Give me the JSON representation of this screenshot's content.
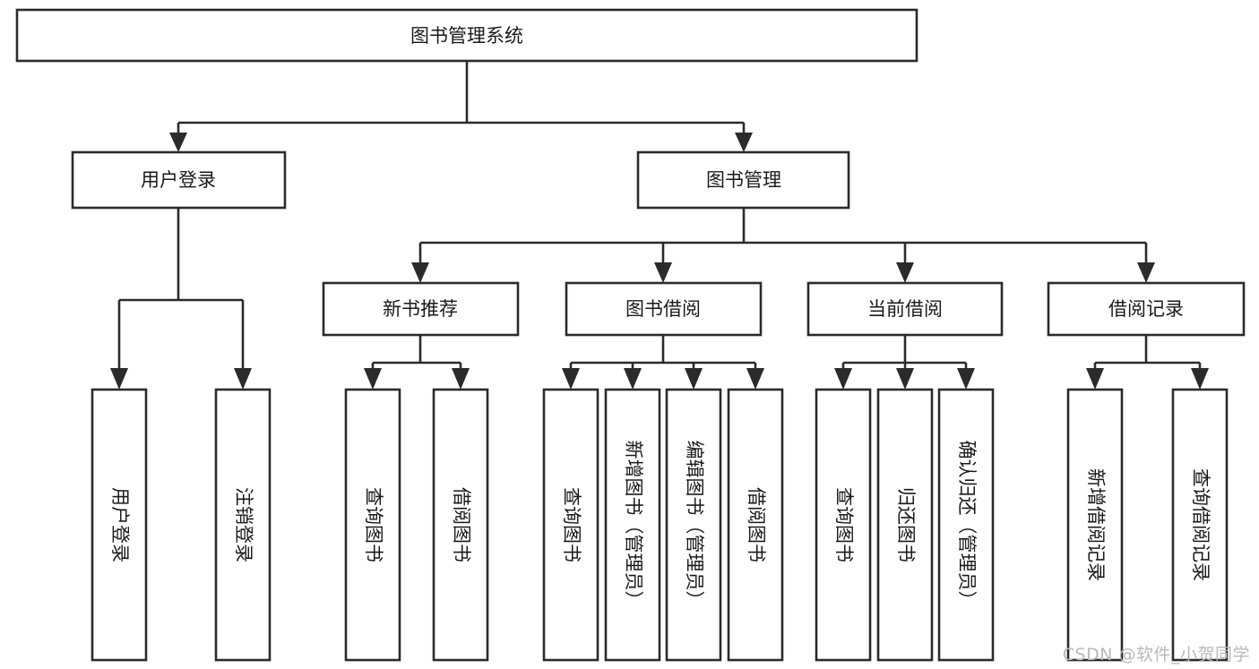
{
  "diagram": {
    "title": "图书管理系统",
    "type": "tree-hierarchy-chart",
    "root": {
      "label": "图书管理系统"
    },
    "level2": [
      {
        "label": "用户登录"
      },
      {
        "label": "图书管理"
      }
    ],
    "level3": [
      {
        "label": "新书推荐"
      },
      {
        "label": "图书借阅"
      },
      {
        "label": "当前借阅"
      },
      {
        "label": "借阅记录"
      }
    ],
    "leaves": {
      "user_login": [
        {
          "label": "用户登录"
        },
        {
          "label": "注销登录"
        }
      ],
      "new_book_recommend": [
        {
          "label": "查询图书"
        },
        {
          "label": "借阅图书"
        }
      ],
      "book_borrow": [
        {
          "label": "查询图书"
        },
        {
          "label": "新增图书（管理员）"
        },
        {
          "label": "编辑图书（管理员）"
        },
        {
          "label": "借阅图书"
        }
      ],
      "current_borrow": [
        {
          "label": "查询图书"
        },
        {
          "label": "归还图书"
        },
        {
          "label": "确认归还（管理员）"
        }
      ],
      "borrow_record": [
        {
          "label": "新增借阅记录"
        },
        {
          "label": "查询借阅记录"
        }
      ]
    }
  },
  "watermark": {
    "text": "CSDN @软件_小贺同学"
  },
  "colors": {
    "box_stroke": "#2b2b2b",
    "box_fill": "#ffffff",
    "text": "#1a1a1a",
    "background": "#ffffff",
    "watermark": "#b9b9b9"
  }
}
